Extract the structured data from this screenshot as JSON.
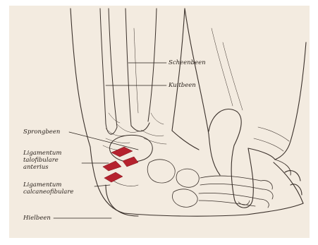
{
  "labels": {
    "shin_bone": "Scheenbeen",
    "calf_bone": "Kuitbeen",
    "talus": [
      "Sprongbeen"
    ],
    "ligament_anterior": [
      "Ligamentum",
      "talofibulare",
      "anterius"
    ],
    "ligament_calcaneo": [
      "Ligamentum",
      "calcaneofibulare"
    ],
    "heel_bone": [
      "Hielbeen"
    ]
  },
  "colors": {
    "plate": "#f3ebe0",
    "ink": "#3a302a",
    "ligament_tear": "#b5222e"
  }
}
